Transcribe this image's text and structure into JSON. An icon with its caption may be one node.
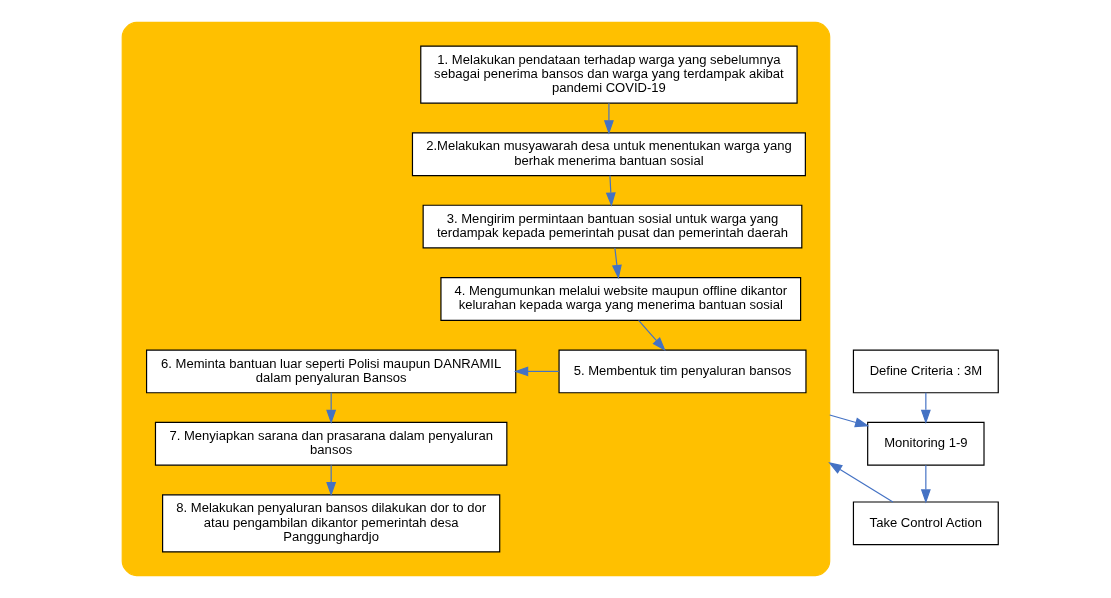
{
  "diagram": {
    "nodes": [
      {
        "text": [],
        "shape": "box"
      },
      {
        "text": [
          "1. Melakukan pendataan terhadap warga yang sebelumnya sebagai penerima bansos dan warga yang terdampak akibat pandemi COVID-19"
        ],
        "in": 0
      },
      {
        "text": [
          "2.Melakukan musyawarah desa untuk menentukan warga yang berhak menerima bantuan sosial"
        ],
        "in": 0
      },
      {
        "text": [
          "3. Mengirim permintaan bantuan sosial untuk warga yang terdampak kepada pemerintah pusat dan pemerintah daerah"
        ],
        "in": 0
      },
      {
        "text": [
          "4. Mengumunkan melalui website maupun offline dikantor kelurahan kepada warga yang menerima bantuan sosial"
        ],
        "in": 0
      },
      {
        "text": [
          "5. Membentuk tim penyaluran bansos"
        ],
        "in": 0
      },
      {
        "text": [
          "6. Meminta bantuan luar seperti Polisi maupun DANRAMIL dalam penyaluran Bansos"
        ],
        "in": 0
      },
      {
        "text": [
          "7. Menyiapkan sarana dan prasarana dalam penyaluran bansos"
        ],
        "in": 0
      },
      {
        "text": [
          "8. Melakukan penyaluran bansos dilakukan dor to dor atau pengambilan dikantor pemerintah desa Panggunghardjo"
        ],
        "in": 0
      },
      {
        "text": [
          "Monitoring 1-9"
        ]
      },
      {
        "text": [
          "Define Criteria : 3M"
        ]
      },
      {
        "text": [
          "Take Control Action"
        ]
      }
    ],
    "edges": [
      {
        "from": 1,
        "to": 2,
        "arrow": "to"
      },
      {
        "from": 2,
        "to": 3,
        "arrow": "to"
      },
      {
        "from": 3,
        "to": 4,
        "arrow": "to"
      },
      {
        "from": 4,
        "to": 5,
        "arrow": "to"
      },
      {
        "from": 5,
        "to": 6,
        "arrow": "to"
      },
      {
        "from": 6,
        "to": 7,
        "arrow": "to"
      },
      {
        "from": 7,
        "to": 8,
        "arrow": "to"
      },
      {
        "from": 0,
        "to": 9,
        "arrow": "to"
      },
      {
        "from": 10,
        "to": 9,
        "arrow": "to"
      },
      {
        "from": 9,
        "to": 11,
        "arrow": "to"
      },
      {
        "from": 11,
        "to": 0,
        "arrow": "to"
      }
    ]
  }
}
